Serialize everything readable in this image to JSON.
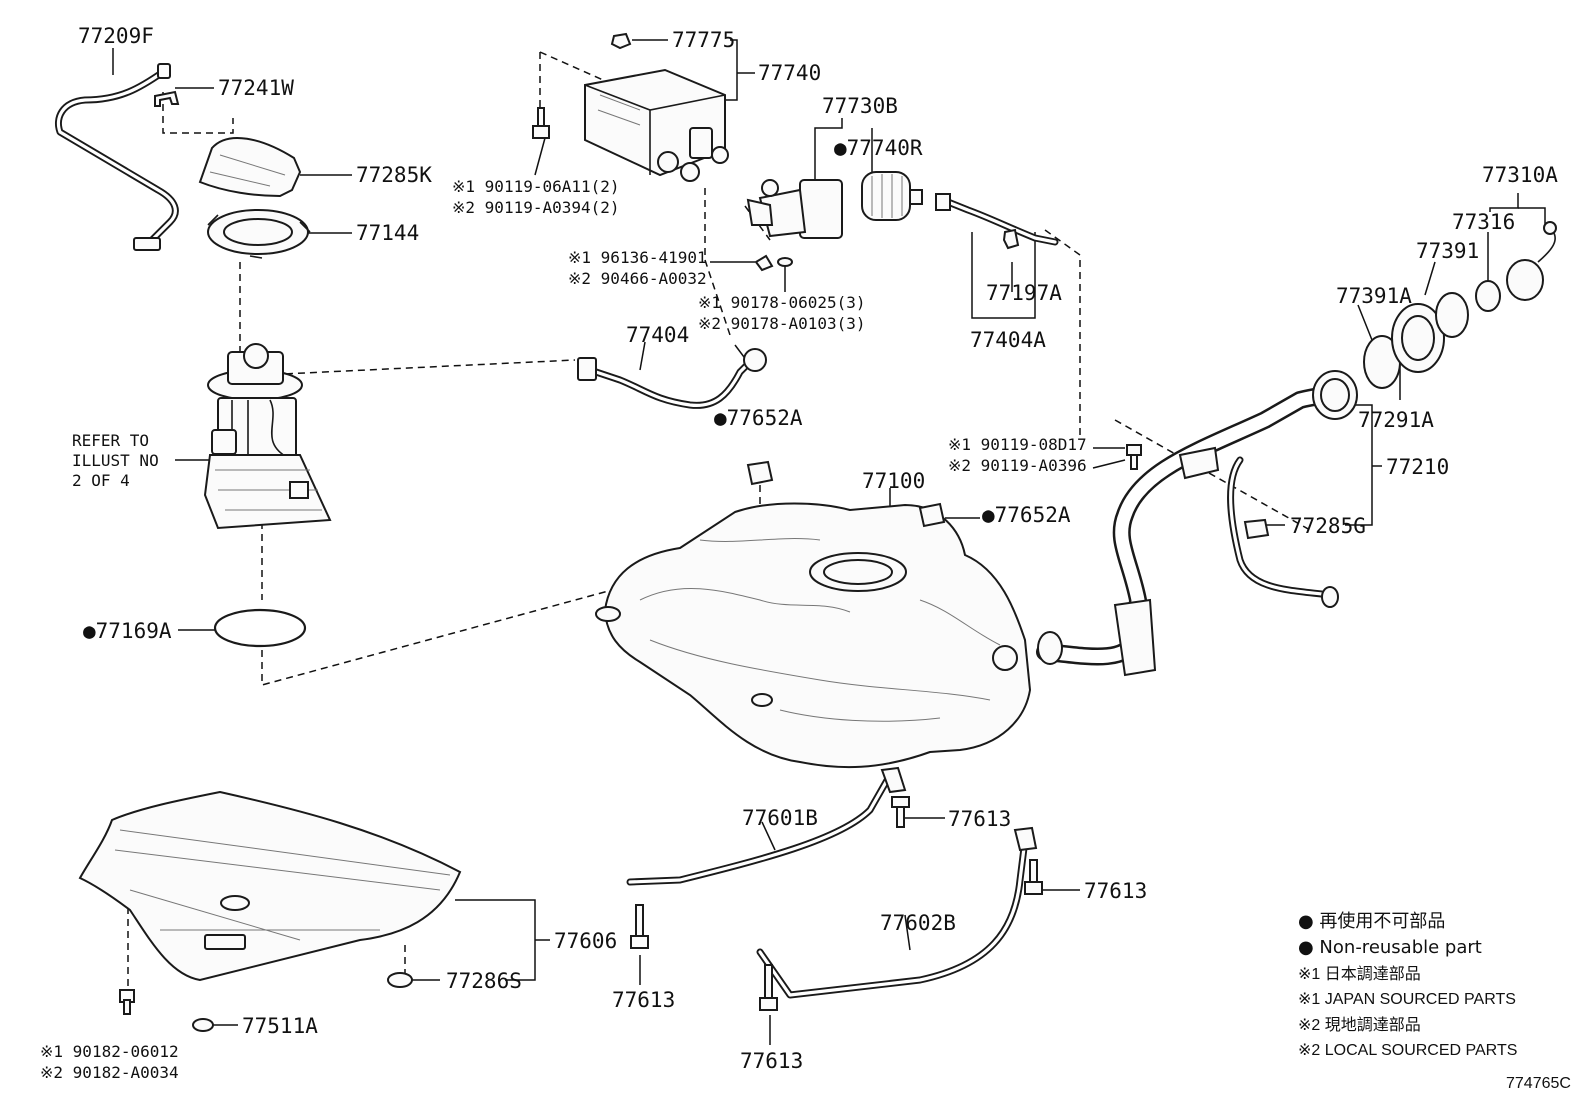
{
  "parts": {
    "p77209F": "77209F",
    "p77241W": "77241W",
    "p77285K": "77285K",
    "p77144": "77144",
    "refer_line1": "REFER TO",
    "refer_line2": "ILLUST NO",
    "refer_line3": "2 OF 4",
    "p77169A": "●77169A",
    "p77775": "77775",
    "p77740": "77740",
    "bolt_a1": "※1 90119-06A11(2)",
    "bolt_a2": "※2 90119-A0394(2)",
    "p77730B": "77730B",
    "p77740R": "●77740R",
    "clip_b1": "※1 96136-41901",
    "clip_b2": "※2 90466-A0032",
    "clip_c1": "※1 90178-06025(3)",
    "clip_c2": "※2 90178-A0103(3)",
    "p77404": "77404",
    "p77197A": "77197A",
    "p77404A": "77404A",
    "p77652A_1": "●77652A",
    "p77100": "77100",
    "p77652A_2": "●77652A",
    "bolt_d1": "※1 90119-08D17",
    "bolt_d2": "※2 90119-A0396",
    "p77310A": "77310A",
    "p77316": "77316",
    "p77391": "77391",
    "p77391A": "77391A",
    "p77291A": "77291A",
    "p77210": "77210",
    "p77285G": "77285G",
    "p77601B": "77601B",
    "p77613_a": "77613",
    "p77613_b": "77613",
    "p77613_c": "77613",
    "p77613_d": "77613",
    "p77602B": "77602B",
    "p77606": "77606",
    "p77286S": "77286S",
    "p77511A": "77511A",
    "bolt_e1": "※1 90182-06012",
    "bolt_e2": "※2 90182-A0034"
  },
  "legend": {
    "l1": "● 再使用不可部品",
    "l2": "● Non-reusable part",
    "l3": "※1  日本調達部品",
    "l4": "※1  JAPAN SOURCED PARTS",
    "l5": "※2  現地調達部品",
    "l6": "※2  LOCAL SOURCED PARTS"
  },
  "figure_id": "774765C"
}
